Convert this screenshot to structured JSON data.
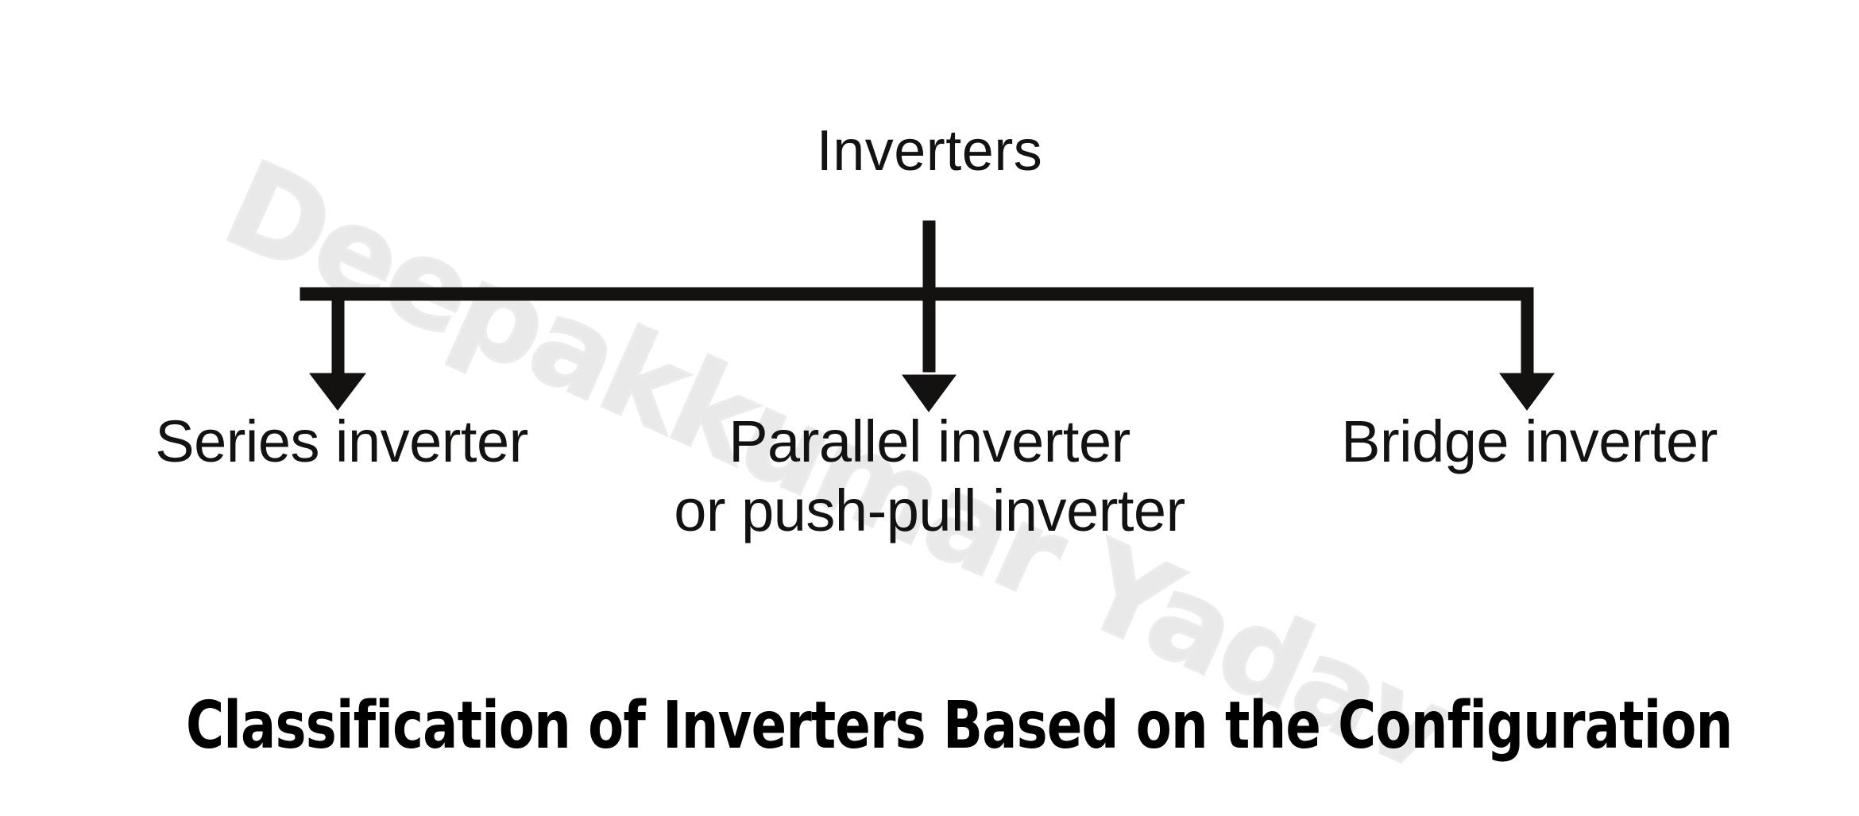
{
  "figure": {
    "caption": "Classification of Inverters Based on the Configuration",
    "background_color": "#ffffff",
    "ink_color": "#141210"
  },
  "watermark": {
    "text": "Deepakkumar Yadav",
    "color": "#e9e9e9",
    "rotation_deg": 24
  },
  "diagram": {
    "type": "tree",
    "root": {
      "label": "Inverters"
    },
    "branches": [
      {
        "id": "series",
        "label": "Series inverter",
        "line2": ""
      },
      {
        "id": "parallel",
        "label": "Parallel inverter",
        "line2": "or push-pull inverter"
      },
      {
        "id": "bridge",
        "label": "Bridge inverter",
        "line2": ""
      }
    ]
  }
}
